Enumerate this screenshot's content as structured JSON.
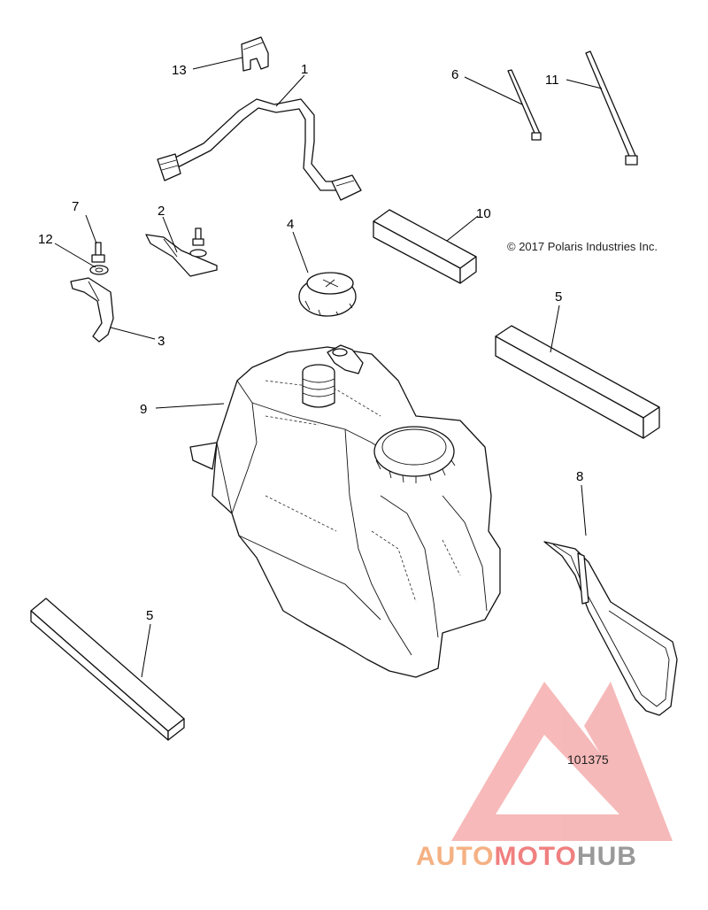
{
  "copyright": "© 2017 Polaris Industries Inc.",
  "document_number": "101375",
  "callouts": [
    "13",
    "1",
    "6",
    "11",
    "7",
    "2",
    "12",
    "3",
    "4",
    "10",
    "5",
    "9",
    "8",
    "5"
  ],
  "watermark": {
    "part1": "AUTO",
    "part2": "MOTO",
    "part3": "HUB",
    "color1": "#f4b183",
    "color2": "#f08080",
    "color3": "#999999"
  }
}
